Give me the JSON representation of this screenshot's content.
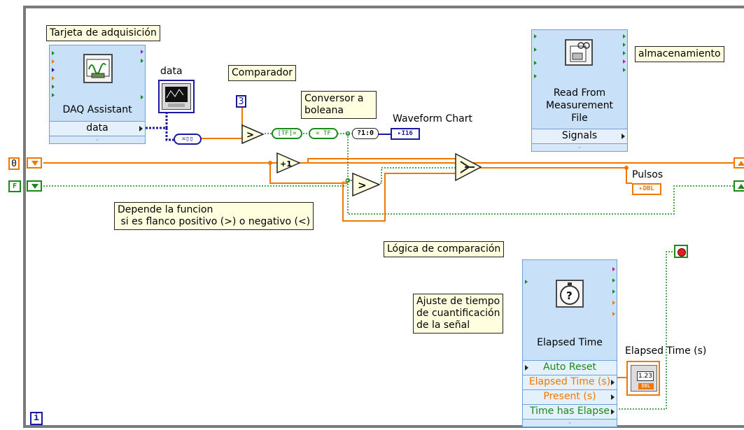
{
  "labels": {
    "daq_card": "Tarjeta de adquisición",
    "comparator": "Comparador",
    "bool_converter_l1": "Conversor a",
    "bool_converter_l2": "boleana",
    "storage": "almacenamiento",
    "edge_l1": "Depende la funcion",
    "edge_l2": " si es flanco positivo (>) o negativo (<)",
    "compare_logic": "Lógica de comparación",
    "time_adjust_l1": "Ajuste de tiempo",
    "time_adjust_l2": "de cuantificación",
    "time_adjust_l3": "de la señal"
  },
  "free_labels": {
    "data_graph": "data",
    "waveform_chart": "Waveform Chart",
    "pulsos": "Pulsos",
    "elapsed_time_s": "Elapsed Time (s)"
  },
  "daq_assistant": {
    "title": "DAQ Assistant",
    "terminal": "data"
  },
  "read_file": {
    "title_l1": "Read From",
    "title_l2": "Measurement",
    "title_l3": "File",
    "terminal": "Signals"
  },
  "elapsed_time": {
    "title": "Elapsed Time",
    "terminals": [
      "Auto Reset",
      "Elapsed Time (s)",
      "Present (s)",
      "Time has Elapse"
    ]
  },
  "constants": {
    "numeric_zero": "0",
    "bool_false": "F",
    "threshold": "3",
    "iteration": "i",
    "int16": "I16",
    "dbl": "DBL",
    "bool_to_num": "?1:0",
    "increment": "+1",
    "display_value": "1.23"
  },
  "colors": {
    "numeric_wire": "#f07800",
    "bool_wire": "#1a8a1a",
    "dynamic_wire": "#1a1aa0",
    "express_bg": "#c8e1f8",
    "label_bg": "#ffffe0",
    "loop_border": "#7a7a7a"
  }
}
